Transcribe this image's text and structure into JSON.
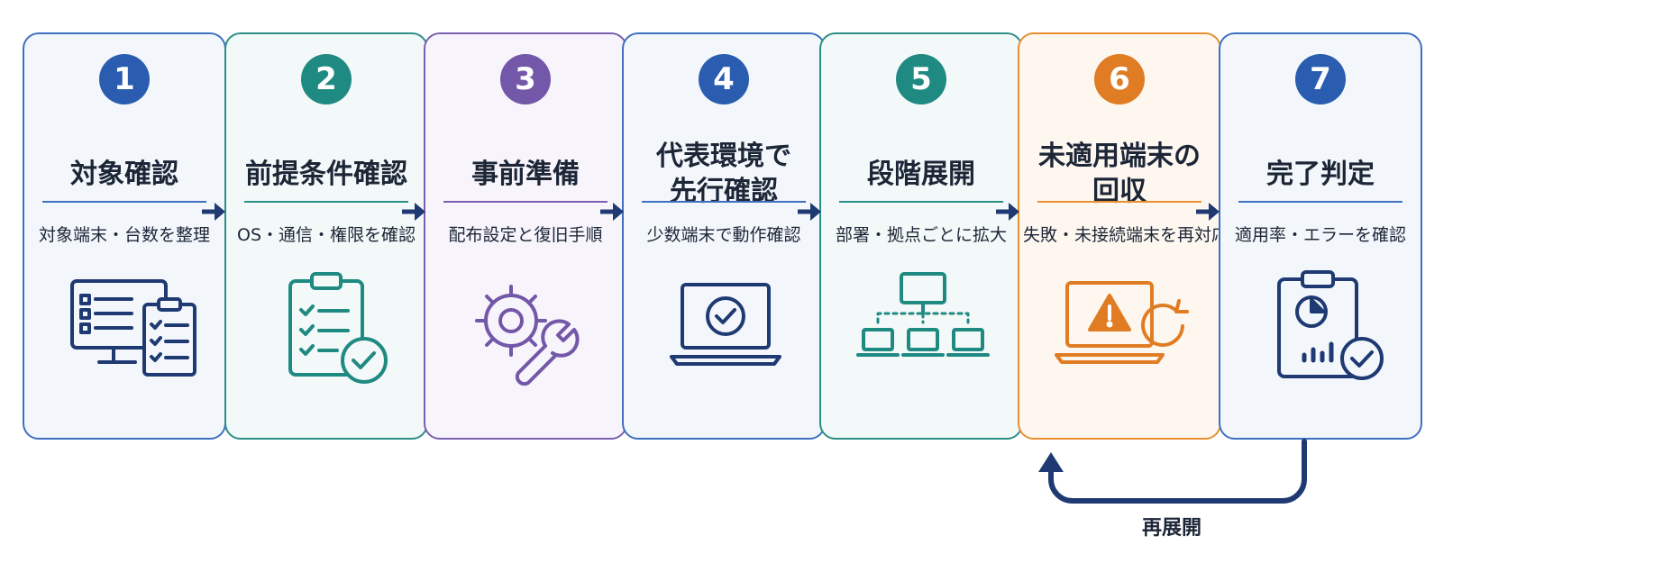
{
  "steps": [
    {
      "number": "1",
      "title": "対象確認",
      "desc": "対象端末・台数を整理",
      "color": "#2a5db0",
      "bg": "#f3f7fc",
      "border": "#3f70c0",
      "icon": "monitor-checklist-icon"
    },
    {
      "number": "2",
      "title": "前提条件確認",
      "desc": "OS・通信・権限を確認",
      "color": "#1f8a82",
      "bg": "#f3f9f8",
      "border": "#2b8f87",
      "icon": "clipboard-check-icon"
    },
    {
      "number": "3",
      "title": "事前準備",
      "desc": "配布設定と復旧手順",
      "color": "#7357a8",
      "bg": "#f7f5fb",
      "border": "#7a5fb0",
      "icon": "gear-wrench-icon"
    },
    {
      "number": "4",
      "title": "代表環境で\n先行確認",
      "desc": "少数端末で動作確認",
      "color": "#2a5db0",
      "bg": "#f3f7fc",
      "border": "#3f70c0",
      "icon": "laptop-check-icon"
    },
    {
      "number": "5",
      "title": "段階展開",
      "desc": "部署・拠点ごとに拡大",
      "color": "#1f8a82",
      "bg": "#f3f9f8",
      "border": "#2b8f87",
      "icon": "network-deploy-icon"
    },
    {
      "number": "6",
      "title": "未適用端末の\n回収",
      "desc": "失敗・未接続端末を再対応",
      "color": "#e07d24",
      "bg": "#fef7ef",
      "border": "#e8902f",
      "icon": "laptop-warning-icon"
    },
    {
      "number": "7",
      "title": "完了判定",
      "desc": "適用率・エラーを確認",
      "color": "#2a5db0",
      "bg": "#f3f7fc",
      "border": "#3f70c0",
      "icon": "report-check-icon"
    }
  ],
  "loop": {
    "label": "再展開",
    "color": "#1f3a73"
  }
}
